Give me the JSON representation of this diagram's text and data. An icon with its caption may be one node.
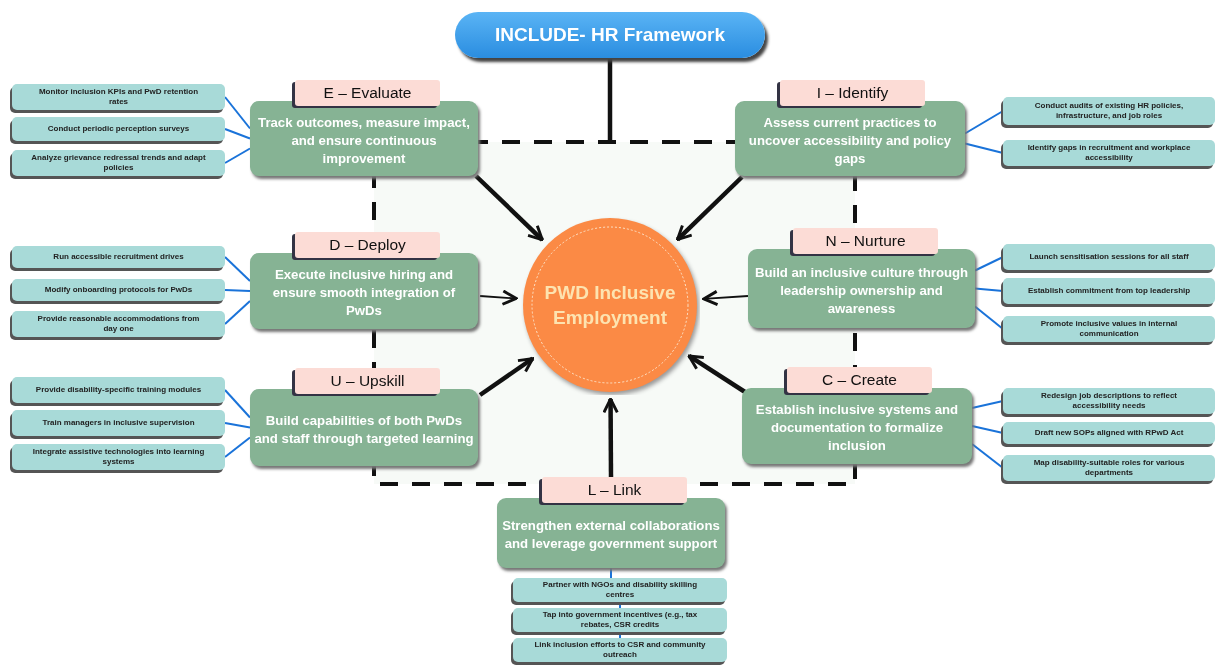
{
  "diagram": {
    "nodes": [
      {
        "text": [
          "INCLUDE- HR Framework"
        ]
      },
      {
        "text": [],
        "shape": "box"
      },
      {
        "text": [
          "PWD Inclusive Employment"
        ],
        "in": 1
      },
      {
        "text": [
          "E – Evaluate",
          "Track outcomes, measure impact, and ensure continuous improvement"
        ]
      },
      {
        "text": [
          "I – Identify",
          "Assess current practices to uncover accessibility and policy gaps"
        ]
      },
      {
        "text": [
          "D – Deploy",
          "Execute inclusive hiring and ensure smooth integration of PwDs"
        ]
      },
      {
        "text": [
          "N – Nurture",
          "Build an inclusive culture through leadership ownership and awareness"
        ]
      },
      {
        "text": [
          "U – Upskill",
          "Build capabilities of both PwDs and staff through targeted learning"
        ]
      },
      {
        "text": [
          "C – Create",
          "Establish inclusive systems and documentation to formalize inclusion"
        ]
      },
      {
        "text": [
          "L – Link",
          "Strengthen external collaborations and leverage government support"
        ]
      },
      {
        "text": [
          "Monitor inclusion KPIs and PwD retention rates"
        ]
      },
      {
        "text": [
          "Conduct periodic perception surveys"
        ]
      },
      {
        "text": [
          "Analyze grievance redressal trends and adapt policies"
        ]
      },
      {
        "text": [
          "Conduct audits of existing HR policies, infrastructure, and job roles"
        ]
      },
      {
        "text": [
          "Identify gaps in recruitment and workplace accessibility"
        ]
      },
      {
        "text": [
          "Run accessible recruitment drives"
        ]
      },
      {
        "text": [
          "Modify onboarding protocols for PwDs"
        ]
      },
      {
        "text": [
          "Provide reasonable accommodations from day one"
        ]
      },
      {
        "text": [
          "Launch sensitisation sessions for all staff"
        ]
      },
      {
        "text": [
          "Establish commitment from top leadership"
        ]
      },
      {
        "text": [
          "Promote inclusive values in internal communication"
        ]
      },
      {
        "text": [
          "Provide disability-specific training modules"
        ]
      },
      {
        "text": [
          "Train managers in inclusive supervision"
        ]
      },
      {
        "text": [
          "Integrate assistive technologies into learning systems"
        ]
      },
      {
        "text": [
          "Redesign job descriptions to reflect accessibility needs"
        ]
      },
      {
        "text": [
          "Draft new SOPs aligned with RPwD Act"
        ]
      },
      {
        "text": [
          "Map disability-suitable roles for various departments"
        ]
      },
      {
        "text": [
          "Partner with NGOs and disability skilling centres"
        ]
      },
      {
        "text": [
          "Tap into government incentives (e.g., tax rebates, CSR credits"
        ]
      },
      {
        "text": [
          "Link inclusion efforts to CSR and community outreach"
        ]
      }
    ],
    "edges": [
      {
        "from": 0,
        "to": 1,
        "arrow": "none",
        "style": "thick",
        "color": "#111111"
      },
      {
        "from": 3,
        "to": 2,
        "arrow": "to",
        "style": "thick",
        "color": "#111111"
      },
      {
        "from": 4,
        "to": 2,
        "arrow": "to",
        "style": "thick",
        "color": "#111111"
      },
      {
        "from": 5,
        "to": 2,
        "arrow": "to",
        "color": "#111111"
      },
      {
        "from": 6,
        "to": 2,
        "arrow": "to",
        "color": "#111111"
      },
      {
        "from": 7,
        "to": 2,
        "arrow": "to",
        "style": "thick",
        "color": "#111111"
      },
      {
        "from": 8,
        "to": 2,
        "arrow": "to",
        "style": "thick",
        "color": "#111111"
      },
      {
        "from": 9,
        "to": 2,
        "arrow": "to",
        "style": "thick",
        "color": "#111111"
      },
      {
        "from": 3,
        "to": 10,
        "arrow": "none"
      },
      {
        "from": 3,
        "to": 11,
        "arrow": "none"
      },
      {
        "from": 3,
        "to": 12,
        "arrow": "none"
      },
      {
        "from": 4,
        "to": 13,
        "arrow": "none"
      },
      {
        "from": 4,
        "to": 14,
        "arrow": "none"
      },
      {
        "from": 5,
        "to": 15,
        "arrow": "none"
      },
      {
        "from": 5,
        "to": 16,
        "arrow": "none"
      },
      {
        "from": 5,
        "to": 17,
        "arrow": "none"
      },
      {
        "from": 6,
        "to": 18,
        "arrow": "none"
      },
      {
        "from": 6,
        "to": 19,
        "arrow": "none"
      },
      {
        "from": 6,
        "to": 20,
        "arrow": "none"
      },
      {
        "from": 7,
        "to": 21,
        "arrow": "none"
      },
      {
        "from": 7,
        "to": 22,
        "arrow": "none"
      },
      {
        "from": 7,
        "to": 23,
        "arrow": "none"
      },
      {
        "from": 8,
        "to": 24,
        "arrow": "none"
      },
      {
        "from": 8,
        "to": 25,
        "arrow": "none"
      },
      {
        "from": 8,
        "to": 26,
        "arrow": "none"
      },
      {
        "from": 9,
        "to": 27,
        "arrow": "none"
      },
      {
        "from": 27,
        "to": 28,
        "arrow": "none"
      },
      {
        "from": 28,
        "to": 29,
        "arrow": "none"
      }
    ]
  }
}
